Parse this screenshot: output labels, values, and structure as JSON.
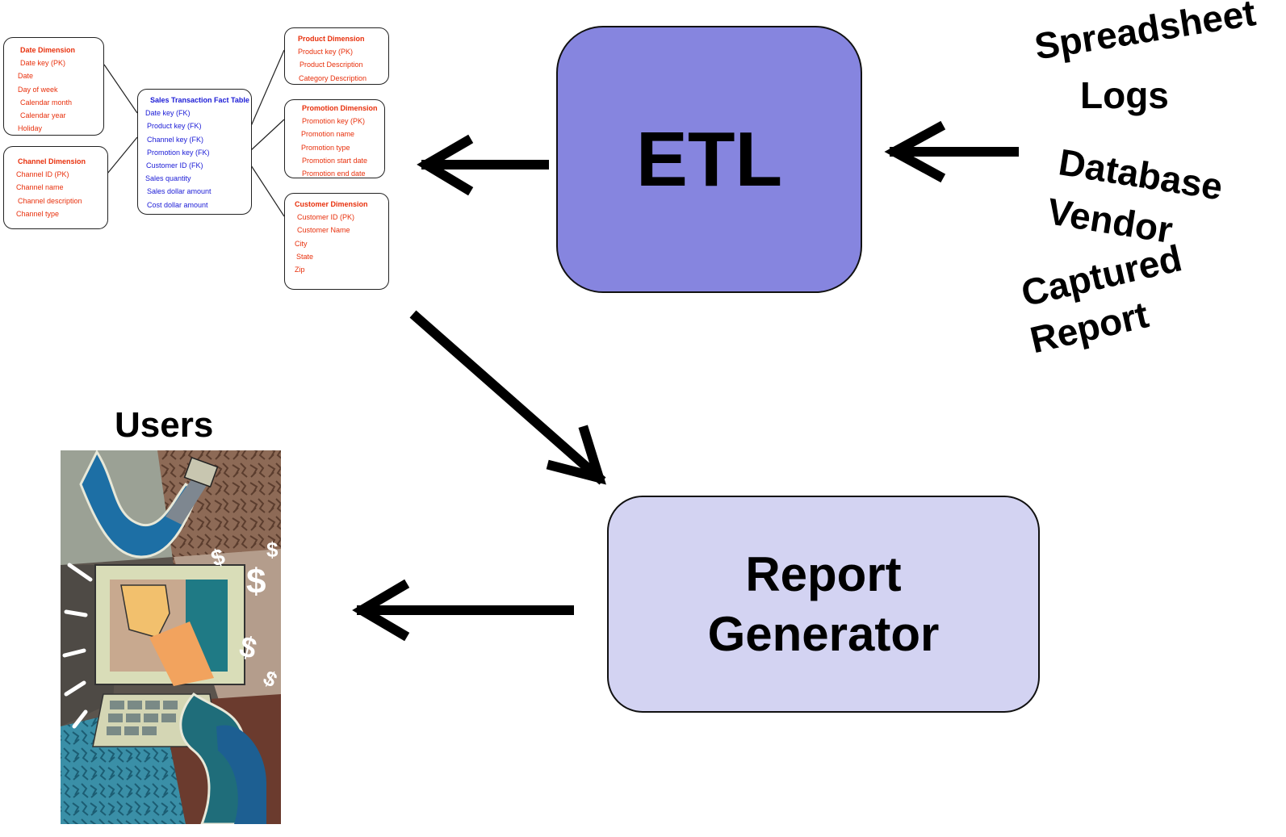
{
  "tables": {
    "date": {
      "title": "Date Dimension",
      "fields": [
        "Date key (PK)",
        "Date",
        "Day of week",
        "Calendar month",
        "Calendar year",
        "Holiday"
      ]
    },
    "channel": {
      "title": "Channel Dimension",
      "fields": [
        "Channel ID (PK)",
        "Channel name",
        "Channel description",
        "Channel type"
      ]
    },
    "fact": {
      "title": "Sales Transaction Fact Table",
      "fields": [
        "Date key (FK)",
        "Product key (FK)",
        "Channel key (FK)",
        "Promotion key (FK)",
        "Customer ID (FK)",
        "Sales quantity",
        "Sales dollar amount",
        "Cost dollar amount"
      ]
    },
    "product": {
      "title": "Product Dimension",
      "fields": [
        "Product key (PK)",
        "Product Description",
        "Category Description"
      ]
    },
    "promotion": {
      "title": "Promotion Dimension",
      "fields": [
        "Promotion key (PK)",
        "Promotion name",
        "Promotion type",
        "Promotion start date",
        "Promotion end date"
      ]
    },
    "customer": {
      "title": "Customer Dimension",
      "fields": [
        "Customer ID (PK)",
        "Customer Name",
        "City",
        "State",
        "Zip"
      ]
    }
  },
  "etl": {
    "label": "ETL"
  },
  "report_generator": {
    "line1": "Report",
    "line2": "Generator"
  },
  "users": {
    "title": "Users"
  },
  "sources": [
    "Spreadsheet",
    "Logs",
    "Database",
    "Vendor",
    "Captured",
    "Report"
  ],
  "colors": {
    "etl_fill": "#8685df",
    "report_fill": "#d3d3f2",
    "dimension_text": "#e8300c",
    "fact_text": "#1a1ad6"
  }
}
